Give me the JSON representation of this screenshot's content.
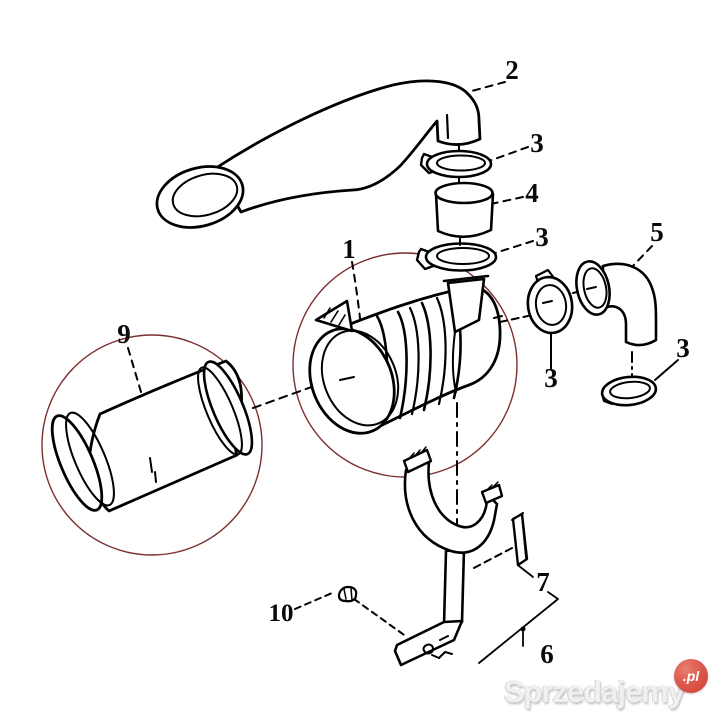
{
  "diagram": {
    "kind": "exploded-parts-diagram",
    "subject": "air-filter-assembly",
    "line_color": "#000000",
    "highlight_circle_color": "#7d2f2f",
    "callouts": [
      {
        "part": "filter-housing",
        "text": "1"
      },
      {
        "part": "intake-hose",
        "text": "2"
      },
      {
        "part": "clamp-upper",
        "text": "3"
      },
      {
        "part": "connector-sleeve",
        "text": "4"
      },
      {
        "part": "clamp-inlet",
        "text": "3"
      },
      {
        "part": "outlet-elbow",
        "text": "5"
      },
      {
        "part": "clamp-outlet",
        "text": "3"
      },
      {
        "part": "clamp-elbow",
        "text": "3"
      },
      {
        "part": "filter-element",
        "text": "9"
      },
      {
        "part": "mounting-strap",
        "text": "7"
      },
      {
        "part": "mounting-bracket",
        "text": "6"
      },
      {
        "part": "mounting-bolt",
        "text": "10"
      }
    ]
  },
  "watermark": {
    "brand": "Sprzedajemy",
    "badge": ".pl",
    "badge_color": "#cf3d33"
  }
}
